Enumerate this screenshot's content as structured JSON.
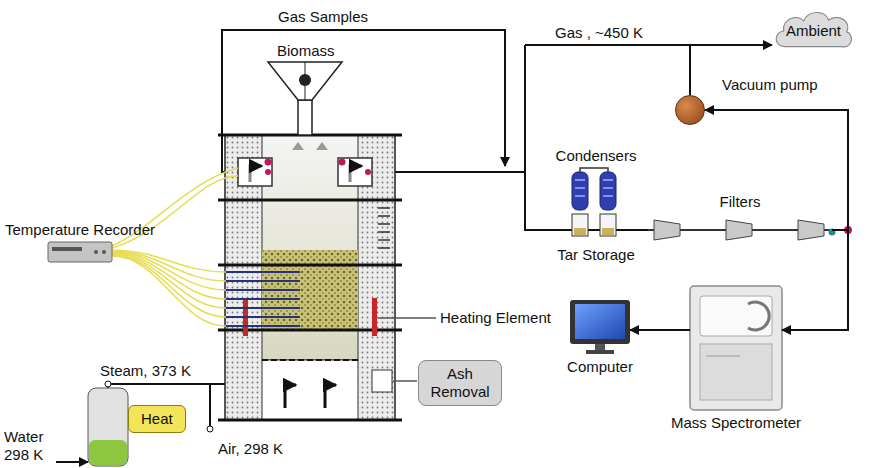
{
  "diagram": {
    "nodes": [
      {
        "text": [
          "Ambient"
        ]
      },
      {
        "text": [
          "Vacuum pump"
        ]
      },
      {
        "text": [
          "Condensers",
          "Tar Storage"
        ]
      },
      {
        "text": [
          "Filters"
        ]
      },
      {
        "text": [
          "Temperature Recorder"
        ]
      },
      {
        "text": [
          "Ash Removal"
        ]
      },
      {
        "text": [
          "Computer"
        ]
      },
      {
        "text": [
          "Mass Spectrometer"
        ]
      },
      {
        "text": [
          "Heat"
        ]
      }
    ],
    "edges": [
      {
        "from": 2,
        "to": 3,
        "arrow": "none"
      },
      {
        "from": 3,
        "to": 1,
        "arrow": "to"
      },
      {
        "from": 3,
        "to": 7,
        "arrow": "to"
      },
      {
        "from": 7,
        "to": 6,
        "arrow": "to"
      },
      {
        "from": 1,
        "to": 0,
        "arrow": "to"
      }
    ],
    "labels": [
      "Gas Samples",
      "Biomass",
      "Gas , ~450 K",
      "Heating Element",
      "Steam, 373 K",
      "Water 298 K",
      "Air, 298 K"
    ]
  }
}
